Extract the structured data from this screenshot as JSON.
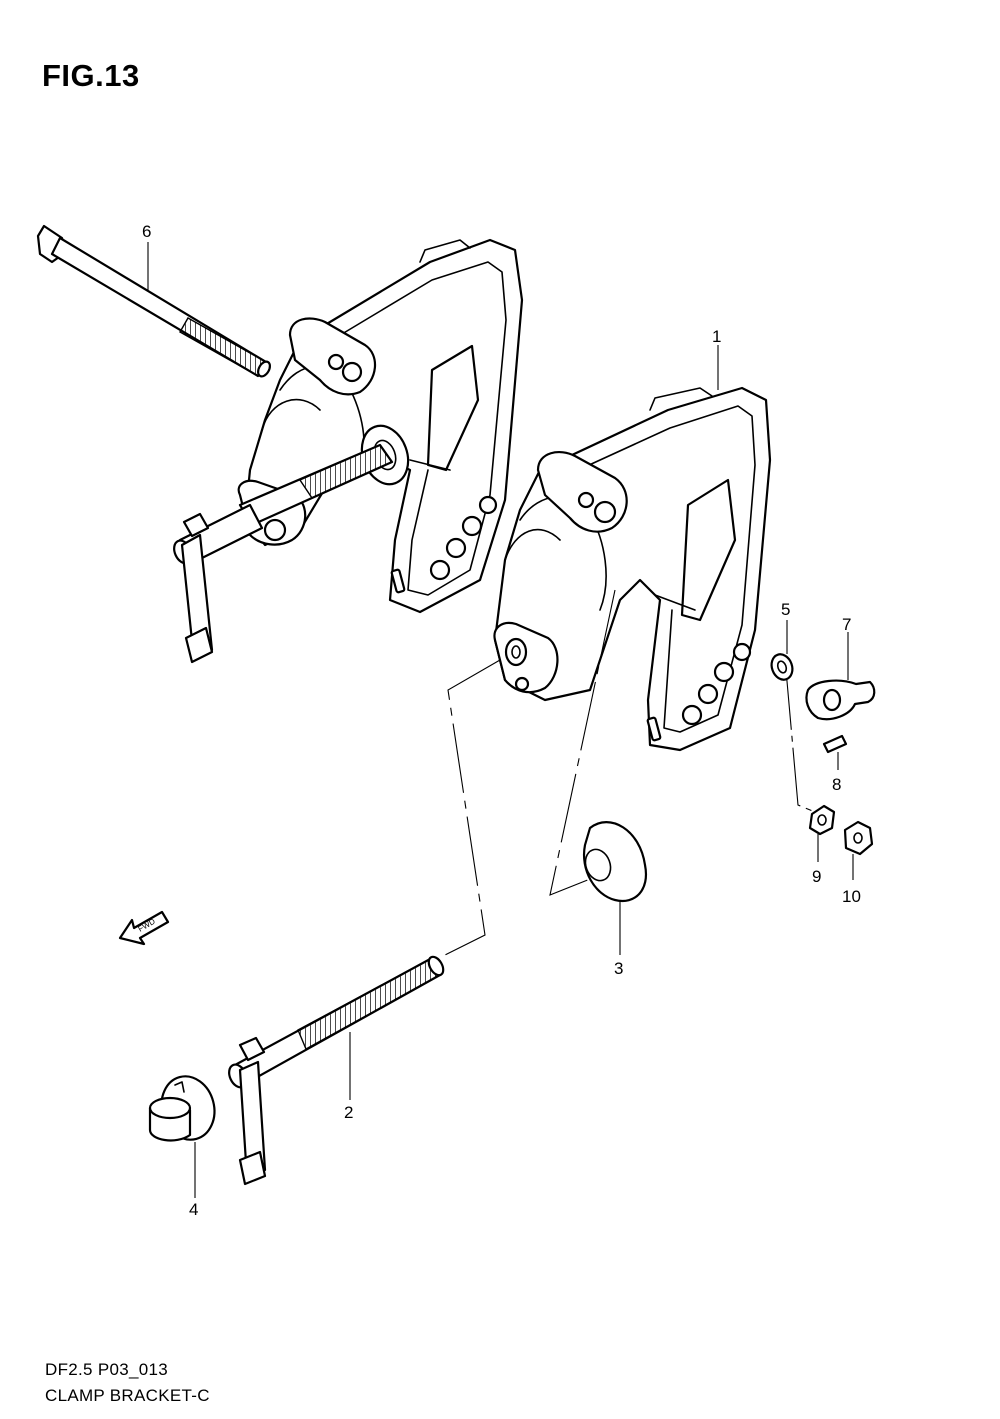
{
  "figure": {
    "title": "FIG.13"
  },
  "callouts": [
    {
      "id": "1",
      "label": "1"
    },
    {
      "id": "2",
      "label": "2"
    },
    {
      "id": "3",
      "label": "3"
    },
    {
      "id": "4",
      "label": "4"
    },
    {
      "id": "5",
      "label": "5"
    },
    {
      "id": "6",
      "label": "6"
    },
    {
      "id": "7",
      "label": "7"
    },
    {
      "id": "8",
      "label": "8"
    },
    {
      "id": "9",
      "label": "9"
    },
    {
      "id": "10",
      "label": "10"
    }
  ],
  "direction_marker": {
    "label": "FWD",
    "icon": "fwd-arrow-icon"
  },
  "footer": {
    "code": "DF2.5  P03_013",
    "name": "CLAMP BRACKET-C"
  }
}
